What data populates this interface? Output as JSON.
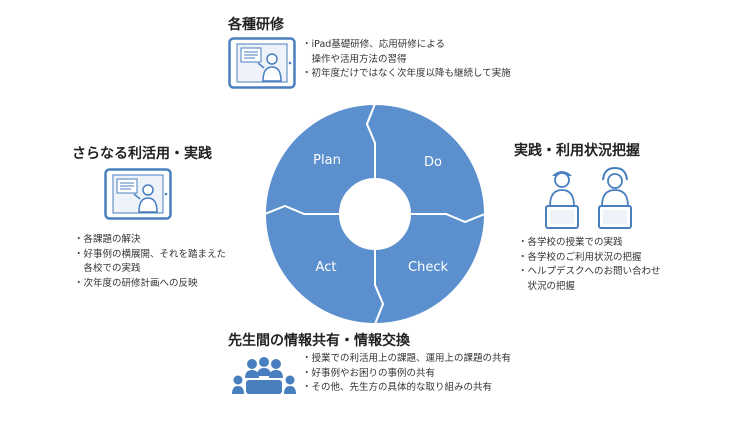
{
  "cycle": {
    "plan": "Plan",
    "do": "Do",
    "check": "Check",
    "act": "Act"
  },
  "top": {
    "title": "各種研修",
    "bullets": [
      "・iPad基礎研修、応用研修による",
      "　操作や活用方法の習得",
      "・初年度だけではなく次年度以降も継続して実施"
    ]
  },
  "right": {
    "title": "実践・利用状況把握",
    "bullets": [
      "・各学校の授業での実践",
      "・各学校のご利用状況の把握",
      "・ヘルプデスクへのお問い合わせ",
      "　状況の把握"
    ]
  },
  "left": {
    "title": "さらなる利活用・実践",
    "bullets": [
      "・各課題の解決",
      "・好事例の横展開、それを踏まえた",
      "　各校での実践",
      "・次年度の研修計画への反映"
    ]
  },
  "bottom": {
    "title": "先生間の情報共有・情報交換",
    "bullets": [
      "・授業での利活用上の課題、運用上の課題の共有",
      "・好事例やお困りの事例の共有",
      "・その他、先生方の具体的な取り組みの共有"
    ]
  },
  "colors": {
    "ring_segment": "#5b8fce",
    "ring_gap": "#ffffff",
    "icon_blue": "#4a7fbf",
    "icon_light": "#eef3fa"
  },
  "icons": {
    "top": "tablet-lecture-icon",
    "left": "tablet-lecture-icon",
    "right": "teachers-with-tablets-icon",
    "bottom": "meeting-table-icon"
  }
}
